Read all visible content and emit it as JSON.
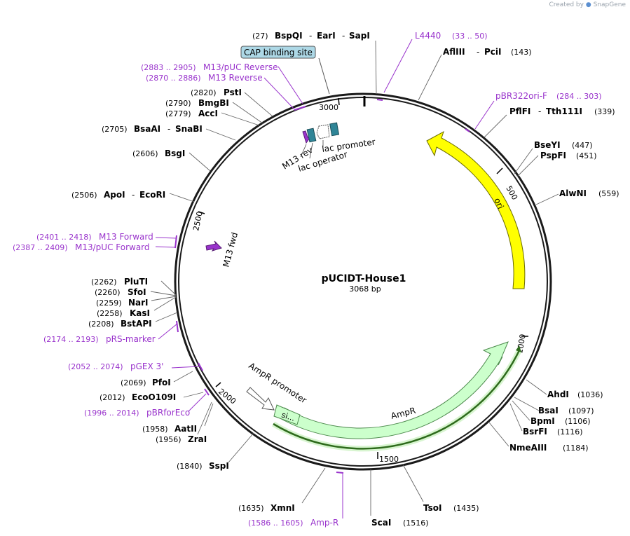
{
  "credit": {
    "prefix": "Created by",
    "brand": "SnapGene"
  },
  "plasmid": {
    "name": "pUCIDT-House1",
    "length": "3068 bp"
  },
  "ring_ticks": [
    "500",
    "1000",
    "1500",
    "2000",
    "2500",
    "3000"
  ],
  "enzymes": [
    {
      "pos": "(27)",
      "name": "BspQI",
      "name2": "EarI",
      "name3": "SapI"
    },
    {
      "pos": "(143)",
      "name": "AflIII",
      "name2": "PciI"
    },
    {
      "pos": "(339)",
      "name": "PflFI",
      "name2": "Tth111I"
    },
    {
      "pos": "(447)",
      "name": "BseYI"
    },
    {
      "pos": "(451)",
      "name": "PspFI"
    },
    {
      "pos": "(559)",
      "name": "AlwNI"
    },
    {
      "pos": "(1036)",
      "name": "AhdI"
    },
    {
      "pos": "(1097)",
      "name": "BsaI"
    },
    {
      "pos": "(1106)",
      "name": "BpmI"
    },
    {
      "pos": "(1116)",
      "name": "BsrFI"
    },
    {
      "pos": "(1184)",
      "name": "NmeAIII"
    },
    {
      "pos": "(1435)",
      "name": "TsoI"
    },
    {
      "pos": "(1516)",
      "name": "ScaI"
    },
    {
      "pos": "(1635)",
      "name": "XmnI"
    },
    {
      "pos": "(1840)",
      "name": "SspI"
    },
    {
      "pos": "(1956)",
      "name": "ZraI"
    },
    {
      "pos": "(1958)",
      "name": "AatII"
    },
    {
      "pos": "(2012)",
      "name": "EcoO109I"
    },
    {
      "pos": "(2069)",
      "name": "PfoI"
    },
    {
      "pos": "(2208)",
      "name": "BstAPI"
    },
    {
      "pos": "(2258)",
      "name": "KasI"
    },
    {
      "pos": "(2259)",
      "name": "NarI"
    },
    {
      "pos": "(2260)",
      "name": "SfoI"
    },
    {
      "pos": "(2262)",
      "name": "PluTI"
    },
    {
      "pos": "(2506)",
      "name": "ApoI",
      "name2": "EcoRI"
    },
    {
      "pos": "(2606)",
      "name": "BsgI"
    },
    {
      "pos": "(2705)",
      "name": "BsaAI",
      "name2": "SnaBI"
    },
    {
      "pos": "(2779)",
      "name": "AccI"
    },
    {
      "pos": "(2790)",
      "name": "BmgBI"
    },
    {
      "pos": "(2820)",
      "name": "PstI"
    }
  ],
  "primers": [
    {
      "range": "(33 .. 50)",
      "name": "L4440"
    },
    {
      "range": "(284 .. 303)",
      "name": "pBR322ori-F"
    },
    {
      "range": "(1586 .. 1605)",
      "name": "Amp-R"
    },
    {
      "range": "(1996 .. 2014)",
      "name": "pBRforEco"
    },
    {
      "range": "(2052 .. 2074)",
      "name": "pGEX 3'"
    },
    {
      "range": "(2174 .. 2193)",
      "name": "pRS-marker"
    },
    {
      "range": "(2387 .. 2409)",
      "name": "M13/pUC Forward"
    },
    {
      "range": "(2401 .. 2418)",
      "name": "M13 Forward"
    },
    {
      "range": "(2870 .. 2886)",
      "name": "M13 Reverse"
    },
    {
      "range": "(2883 .. 2905)",
      "name": "M13/pUC Reverse"
    }
  ],
  "features": {
    "ori": "ori",
    "ampr": "AmpR",
    "ampr_promoter": "AmpR promoter",
    "signal": "si...",
    "lac_promoter": "lac promoter",
    "lac_operator": "lac operator",
    "m13_rev": "M13 rev",
    "m13_fwd": "M13 fwd",
    "cap_site": "CAP binding site"
  },
  "colors": {
    "ori": "#ffff00",
    "ampr": "#ccffcc",
    "primer": "#9933cc",
    "lac": "#2f8597",
    "cap": "#add8e6"
  }
}
